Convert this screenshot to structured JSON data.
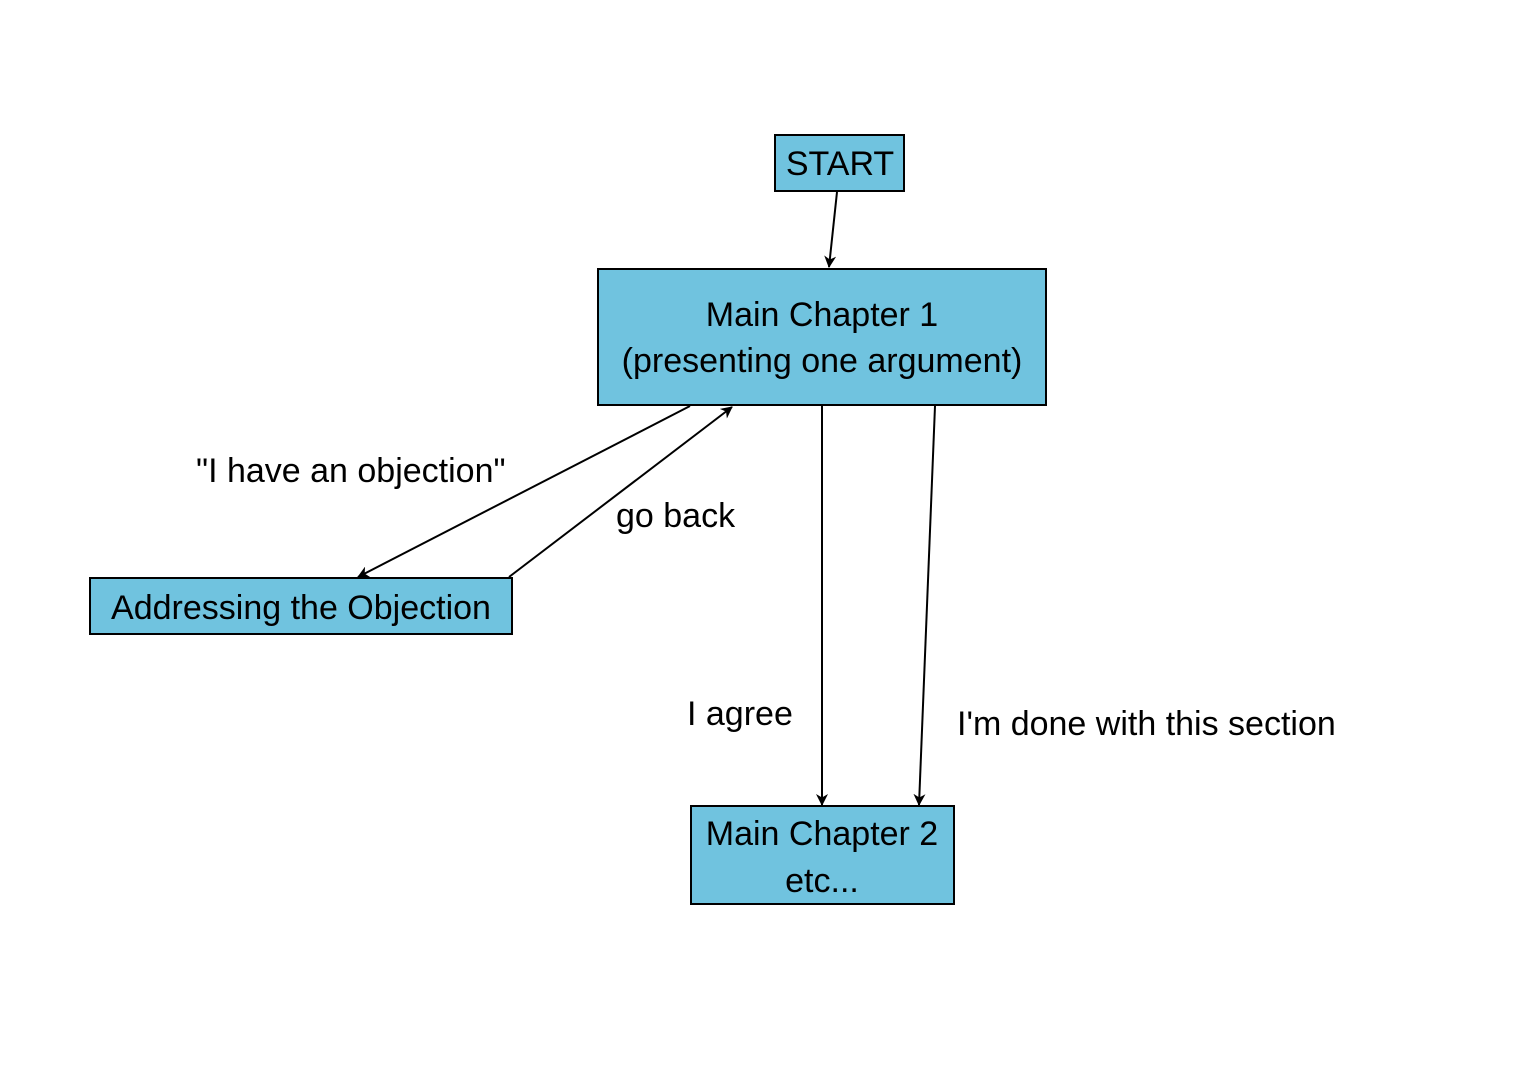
{
  "diagram": {
    "colors": {
      "node_fill": "#70c3df",
      "node_stroke": "#000000",
      "edge": "#000000",
      "background": "#ffffff"
    },
    "nodes": {
      "start": {
        "lines": [
          "START"
        ]
      },
      "chapter1": {
        "lines": [
          "Main Chapter 1",
          "(presenting one argument)"
        ]
      },
      "objection": {
        "lines": [
          "Addressing the Objection"
        ]
      },
      "chapter2": {
        "lines": [
          "Main Chapter 2",
          "etc..."
        ]
      }
    },
    "edges": [
      {
        "from": "start",
        "to": "chapter1",
        "label": ""
      },
      {
        "from": "chapter1",
        "to": "objection",
        "label": "\"I have an objection\""
      },
      {
        "from": "objection",
        "to": "chapter1",
        "label": "go back"
      },
      {
        "from": "chapter1",
        "to": "chapter2",
        "label": "I agree"
      },
      {
        "from": "chapter1",
        "to": "chapter2",
        "label": "I'm done with this section"
      }
    ]
  }
}
